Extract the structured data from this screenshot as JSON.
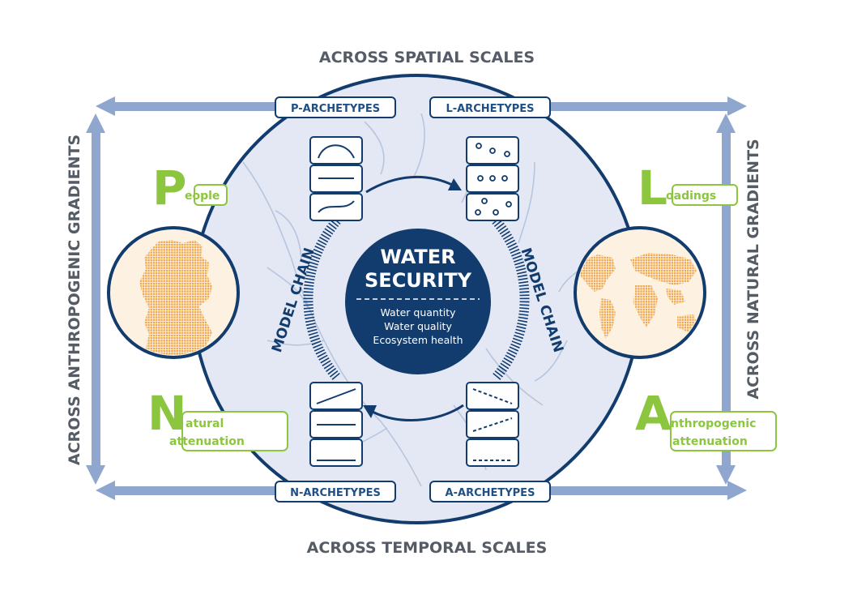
{
  "scales": {
    "top": "ACROSS SPATIAL SCALES",
    "bottom": "ACROSS TEMPORAL SCALES",
    "left": "ACROSS ANTHROPOGENIC GRADIENTS",
    "right": "ACROSS NATURAL GRADIENTS"
  },
  "archetypes": {
    "p": "P-ARCHETYPES",
    "l": "L-ARCHETYPES",
    "n": "N-ARCHETYPES",
    "a": "A-ARCHETYPES"
  },
  "model_chain": "MODEL CHAIN",
  "center": {
    "title_line1": "WATER",
    "title_line2": "SECURITY",
    "items": [
      "Water quantity",
      "Water quality",
      "Ecosystem health"
    ]
  },
  "factors": {
    "people": {
      "letter": "P",
      "rest": "eople"
    },
    "loadings": {
      "letter": "L",
      "rest": "oadings"
    },
    "natural": {
      "letter": "N",
      "rest_line1": "atural",
      "rest_line2": "attenuation"
    },
    "anthropogenic": {
      "letter": "A",
      "rest_line1": "nthropogenic",
      "rest_line2": "attenuation"
    }
  },
  "colors": {
    "navy": "#123c6e",
    "accent_green": "#8cc63f",
    "arrow_blue": "#8fa6cf",
    "circle_fill": "#e3e8f4",
    "map_orange": "#f0a64c"
  }
}
